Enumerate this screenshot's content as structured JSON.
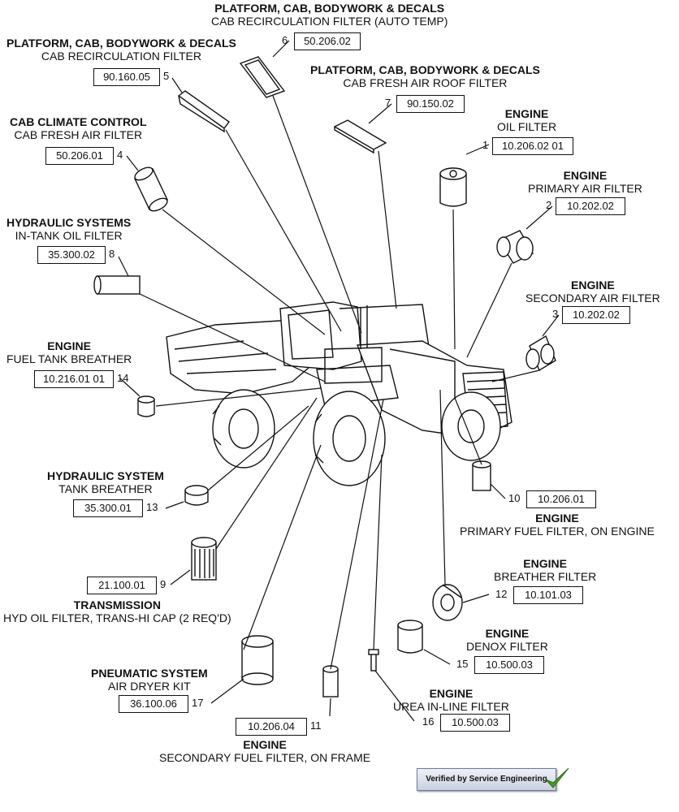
{
  "callouts": [
    {
      "num": "6",
      "pn": "50.206.02",
      "cat": "PLATFORM, CAB, BODYWORK & DECALS",
      "sub": "CAB RECIRCULATION FILTER (AUTO TEMP)"
    },
    {
      "num": "5",
      "pn": "90.160.05",
      "cat": "PLATFORM, CAB, BODYWORK & DECALS",
      "sub": "CAB RECIRCULATION FILTER"
    },
    {
      "num": "7",
      "pn": "90.150.02",
      "cat": "PLATFORM, CAB, BODYWORK & DECALS",
      "sub": "CAB FRESH AIR ROOF FILTER"
    },
    {
      "num": "4",
      "pn": "50.206.01",
      "cat": "CAB CLIMATE CONTROL",
      "sub": "CAB FRESH AIR FILTER"
    },
    {
      "num": "1",
      "pn": "10.206.02 01",
      "cat": "ENGINE",
      "sub": "OIL FILTER"
    },
    {
      "num": "2",
      "pn": "10.202.02",
      "cat": "ENGINE",
      "sub": "PRIMARY AIR FILTER"
    },
    {
      "num": "8",
      "pn": "35.300.02",
      "cat": "HYDRAULIC SYSTEMS",
      "sub": "IN-TANK OIL FILTER"
    },
    {
      "num": "3",
      "pn": "10.202.02",
      "cat": "ENGINE",
      "sub": "SECONDARY AIR FILTER"
    },
    {
      "num": "14",
      "pn": "10.216.01 01",
      "cat": "ENGINE",
      "sub": "FUEL TANK BREATHER"
    },
    {
      "num": "10",
      "pn": "10.206.01",
      "cat": "ENGINE",
      "sub": "PRIMARY FUEL FILTER, ON ENGINE"
    },
    {
      "num": "13",
      "pn": "35.300.01",
      "cat": "HYDRAULIC SYSTEM",
      "sub": "TANK BREATHER"
    },
    {
      "num": "12",
      "pn": "10.101.03",
      "cat": "ENGINE",
      "sub": "BREATHER FILTER"
    },
    {
      "num": "9",
      "pn": "21.100.01",
      "cat": "TRANSMISSION",
      "sub": "HYD OIL FILTER, TRANS-HI CAP (2 REQ'D)"
    },
    {
      "num": "15",
      "pn": "10.500.03",
      "cat": "ENGINE",
      "sub": "DENOX FILTER"
    },
    {
      "num": "17",
      "pn": "36.100.06",
      "cat": "PNEUMATIC SYSTEM",
      "sub": "AIR DRYER KIT"
    },
    {
      "num": "16",
      "pn": "10.500.03",
      "cat": "ENGINE",
      "sub": "UREA IN-LINE FILTER"
    },
    {
      "num": "11",
      "pn": "10.206.04",
      "cat": "ENGINE",
      "sub": "SECONDARY FUEL FILTER, ON FRAME"
    }
  ],
  "verified_badge": "Verified by Service Engineering"
}
